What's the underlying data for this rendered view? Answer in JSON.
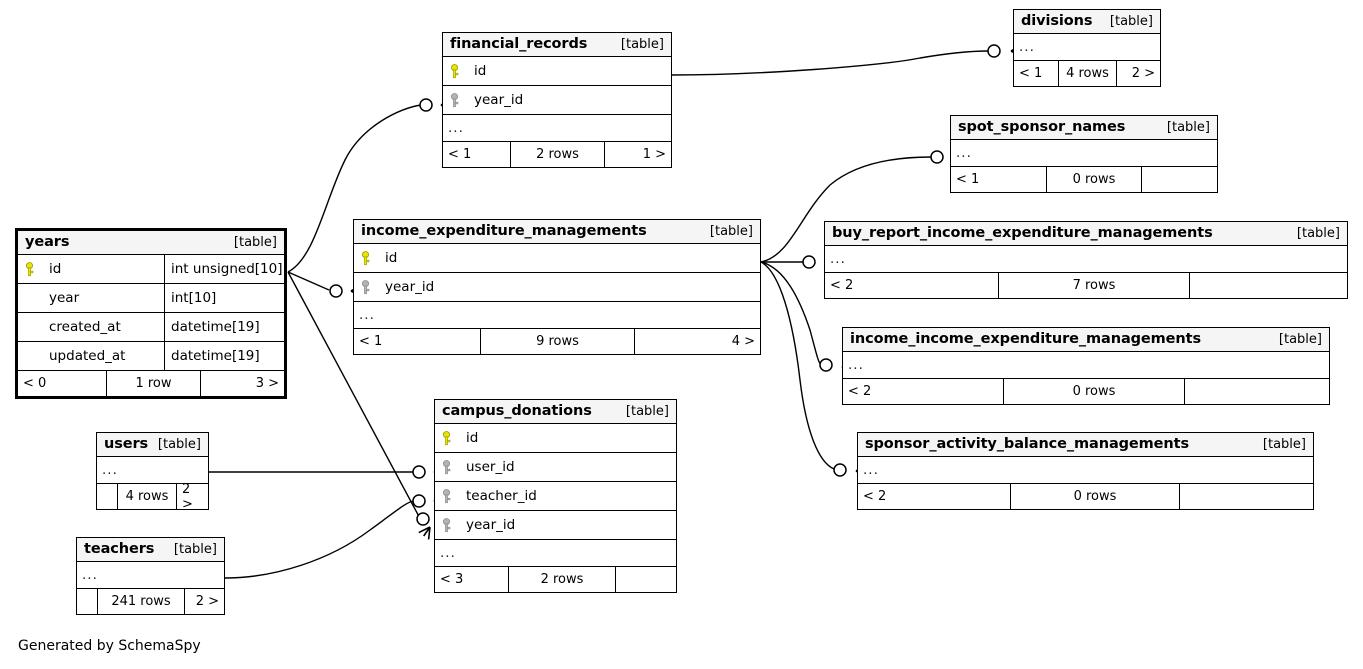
{
  "diagram": {
    "caption": "Generated by SchemaSpy",
    "table_tag": "[table]",
    "ellipsis": "...",
    "colors": {
      "primary_key": "#e6e600",
      "foreign_key": "#b3b3b3",
      "title_background": "#f5f5f5",
      "border": "#000000",
      "canvas": "#ffffff"
    }
  },
  "tables": [
    {
      "id": "years",
      "name": "years",
      "tag": "[table]",
      "focal": true,
      "columns": [
        {
          "name": "id",
          "type": "int unsigned[10]",
          "key": "primary-key-icon"
        },
        {
          "name": "year",
          "type": "int[10]",
          "key": "none"
        },
        {
          "name": "created_at",
          "type": "datetime[19]",
          "key": "none"
        },
        {
          "name": "updated_at",
          "type": "datetime[19]",
          "key": "none"
        }
      ],
      "has_ellipsis": false,
      "footer": {
        "left": "< 0",
        "center": "1 row",
        "right": "3 >"
      }
    },
    {
      "id": "financial_records",
      "name": "financial_records",
      "tag": "[table]",
      "focal": false,
      "columns": [
        {
          "name": "id",
          "type": "",
          "key": "primary-key-icon"
        },
        {
          "name": "year_id",
          "type": "",
          "key": "foreign-key-icon"
        }
      ],
      "has_ellipsis": true,
      "footer": {
        "left": "< 1",
        "center": "2 rows",
        "right": "1 >"
      }
    },
    {
      "id": "income_expenditure_managements",
      "name": "income_expenditure_managements",
      "tag": "[table]",
      "focal": false,
      "columns": [
        {
          "name": "id",
          "type": "",
          "key": "primary-key-icon"
        },
        {
          "name": "year_id",
          "type": "",
          "key": "foreign-key-icon"
        }
      ],
      "has_ellipsis": true,
      "footer": {
        "left": "< 1",
        "center": "9 rows",
        "right": "4 >"
      }
    },
    {
      "id": "campus_donations",
      "name": "campus_donations",
      "tag": "[table]",
      "focal": false,
      "columns": [
        {
          "name": "id",
          "type": "",
          "key": "primary-key-icon"
        },
        {
          "name": "user_id",
          "type": "",
          "key": "foreign-key-icon"
        },
        {
          "name": "teacher_id",
          "type": "",
          "key": "foreign-key-icon"
        },
        {
          "name": "year_id",
          "type": "",
          "key": "foreign-key-icon"
        }
      ],
      "has_ellipsis": true,
      "footer": {
        "left": "< 3",
        "center": "2 rows",
        "right": ""
      }
    },
    {
      "id": "divisions",
      "name": "divisions",
      "tag": "[table]",
      "focal": false,
      "columns": [],
      "has_ellipsis": true,
      "footer": {
        "left": "< 1",
        "center": "4 rows",
        "right": "2 >"
      }
    },
    {
      "id": "spot_sponsor_names",
      "name": "spot_sponsor_names",
      "tag": "[table]",
      "focal": false,
      "columns": [],
      "has_ellipsis": true,
      "footer": {
        "left": "< 1",
        "center": "0 rows",
        "right": ""
      }
    },
    {
      "id": "buy_report_income_expenditure_managements",
      "name": "buy_report_income_expenditure_managements",
      "tag": "[table]",
      "focal": false,
      "columns": [],
      "has_ellipsis": true,
      "footer": {
        "left": "< 2",
        "center": "7 rows",
        "right": ""
      }
    },
    {
      "id": "income_income_expenditure_managements",
      "name": "income_income_expenditure_managements",
      "tag": "[table]",
      "focal": false,
      "columns": [],
      "has_ellipsis": true,
      "footer": {
        "left": "< 2",
        "center": "0 rows",
        "right": ""
      }
    },
    {
      "id": "sponsor_activity_balance_managements",
      "name": "sponsor_activity_balance_managements",
      "tag": "[table]",
      "focal": false,
      "columns": [],
      "has_ellipsis": true,
      "footer": {
        "left": "< 2",
        "center": "0 rows",
        "right": ""
      }
    },
    {
      "id": "users",
      "name": "users",
      "tag": "[table]",
      "focal": false,
      "columns": [],
      "has_ellipsis": true,
      "footer": {
        "left": "",
        "center": "4 rows",
        "right": "2 >"
      }
    },
    {
      "id": "teachers",
      "name": "teachers",
      "tag": "[table]",
      "focal": false,
      "columns": [],
      "has_ellipsis": true,
      "footer": {
        "left": "",
        "center": "241 rows",
        "right": "2 >"
      }
    }
  ],
  "relationships": [
    {
      "from": "years",
      "to": "financial_records",
      "to_column": "year_id"
    },
    {
      "from": "years",
      "to": "income_expenditure_managements",
      "to_column": "year_id"
    },
    {
      "from": "years",
      "to": "campus_donations",
      "to_column": "year_id"
    },
    {
      "from": "financial_records",
      "to": "divisions",
      "to_column": "..."
    },
    {
      "from": "income_expenditure_managements",
      "to": "spot_sponsor_names",
      "to_column": "..."
    },
    {
      "from": "income_expenditure_managements",
      "to": "buy_report_income_expenditure_managements",
      "to_column": "..."
    },
    {
      "from": "income_expenditure_managements",
      "to": "income_income_expenditure_managements",
      "to_column": "..."
    },
    {
      "from": "income_expenditure_managements",
      "to": "sponsor_activity_balance_managements",
      "to_column": "..."
    },
    {
      "from": "users",
      "to": "campus_donations",
      "to_column": "user_id"
    },
    {
      "from": "teachers",
      "to": "campus_donations",
      "to_column": "teacher_id"
    }
  ]
}
